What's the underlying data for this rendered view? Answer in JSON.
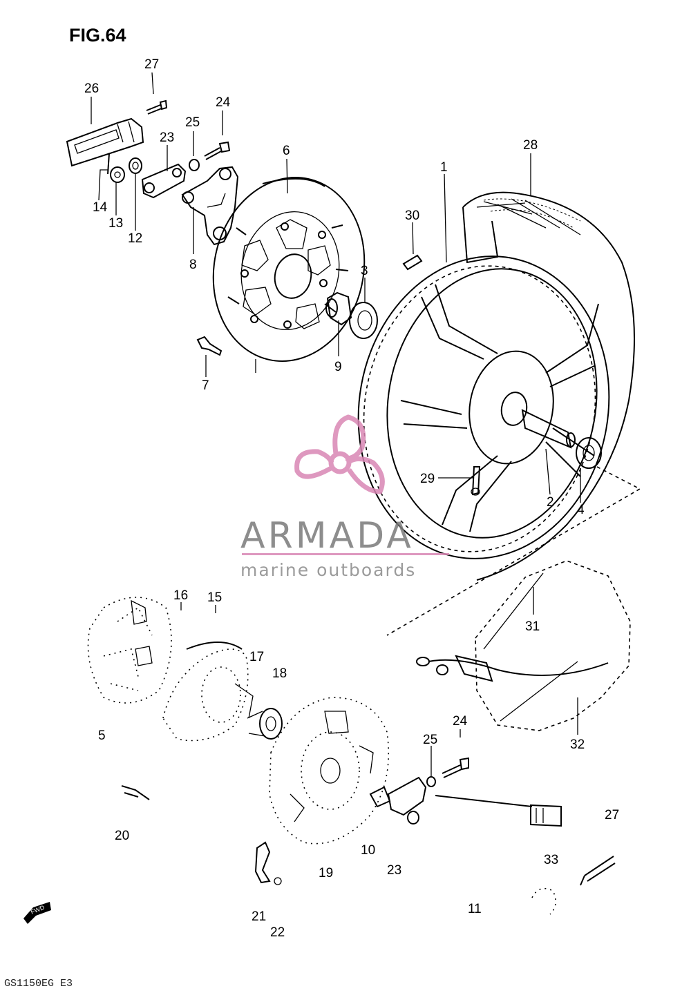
{
  "figure": {
    "title": "FIG.64",
    "footer_code": "GS1150EG E3",
    "arrow_text": "FWD"
  },
  "watermark": {
    "brand": "ARMADA",
    "tagline": "marine outboards",
    "colors": {
      "text": "#7a7a7a",
      "accent": "#d987b4"
    }
  },
  "callouts": {
    "c1": "1",
    "c2": "2",
    "c3": "3",
    "c4": "4",
    "c5": "5",
    "c6": "6",
    "c7": "7",
    "c8": "8",
    "c9": "9",
    "c10": "10",
    "c11": "11",
    "c12": "12",
    "c13": "13",
    "c14": "14",
    "c15": "15",
    "c16": "16",
    "c17": "17",
    "c18": "18",
    "c19": "19",
    "c20": "20",
    "c21": "21",
    "c22": "22",
    "c23a": "23",
    "c23b": "23",
    "c24a": "24",
    "c24b": "24",
    "c25a": "25",
    "c25b": "25",
    "c26": "26",
    "c27a": "27",
    "c27b": "27",
    "c28": "28",
    "c29": "29",
    "c30": "30",
    "c31": "31",
    "c32": "32",
    "c33": "33"
  }
}
